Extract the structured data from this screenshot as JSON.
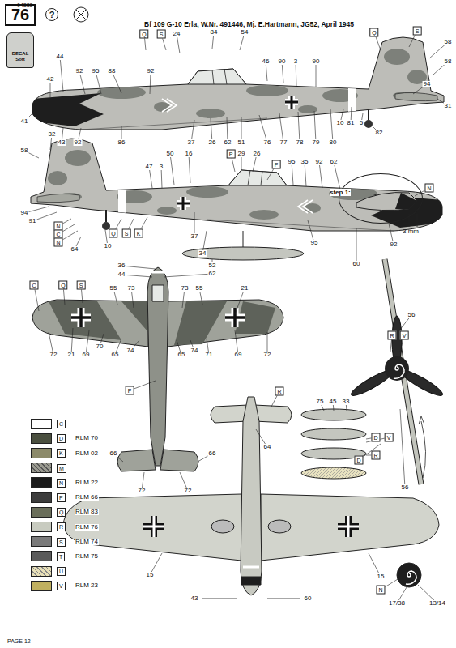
{
  "diagram": {
    "title": "Bf 109 G-10 Erla, W.Nr. 491446, Mj. E.Hartmann, JG52, April 1945",
    "nodes": [
      {
        "text": [
          "76"
        ]
      },
      {
        "text": [
          "DECAL",
          "Soft"
        ]
      },
      {
        "text": [
          "step 1:",
          "3 mm"
        ]
      }
    ],
    "labels": [
      "04888",
      "?",
      "Q",
      "S",
      "24",
      "84",
      "54",
      "46",
      "90",
      "3",
      "90",
      "Q",
      "S",
      "58",
      "58",
      "94",
      "31",
      "44",
      "42",
      "92",
      "95",
      "88",
      "92",
      "41",
      "43",
      "92",
      "86",
      "37",
      "26",
      "62",
      "51",
      "76",
      "77",
      "78",
      "79",
      "80",
      "10",
      "81",
      "5",
      "82",
      "32",
      "58",
      "47",
      "3",
      "50",
      "16",
      "P",
      "29",
      "26",
      "P",
      "95",
      "35",
      "92",
      "62",
      "94",
      "91",
      "N",
      "C",
      "N",
      "64",
      "10",
      "Q",
      "S",
      "K",
      "37",
      "34",
      "52",
      "95",
      "60",
      "92",
      "N",
      "36",
      "44",
      "62",
      "C",
      "Q",
      "S",
      "55",
      "73",
      "73",
      "55",
      "21",
      "72",
      "21",
      "69",
      "70",
      "65",
      "74",
      "65",
      "74",
      "71",
      "69",
      "72",
      "P",
      "66",
      "66",
      "72",
      "72",
      "R",
      "64",
      "75",
      "45",
      "33",
      "D",
      "V",
      "R",
      "R",
      "V",
      "56",
      "56",
      "D",
      "15",
      "15",
      "43",
      "60",
      "N",
      "17/38",
      "13/14",
      "RLM 70",
      "RLM 02",
      "RLM 22",
      "RLM 66",
      "RLM 83",
      "RLM 76",
      "RLM 74",
      "RLM 75",
      "RLM 23",
      "PAGE 12"
    ],
    "legend": [
      {
        "text": "C",
        "color": "#ffffff"
      },
      {
        "text": "D",
        "color": "#4a4f3f"
      },
      {
        "text": "K",
        "color": "#8c8a6a"
      },
      {
        "text": "M",
        "color": "#9a9a90"
      },
      {
        "text": "N",
        "color": "#1a1a1a"
      },
      {
        "text": "P",
        "color": "#3c3c3c"
      },
      {
        "text": "Q",
        "color": "#6a6e5a"
      },
      {
        "text": "R",
        "color": "#c8cbc0"
      },
      {
        "text": "S",
        "color": "#7a7a7a"
      },
      {
        "text": "T",
        "color": "#5a5a5a"
      },
      {
        "text": "U",
        "color": "#e8e0b8"
      },
      {
        "text": "V",
        "color": "#c0b060"
      }
    ]
  }
}
